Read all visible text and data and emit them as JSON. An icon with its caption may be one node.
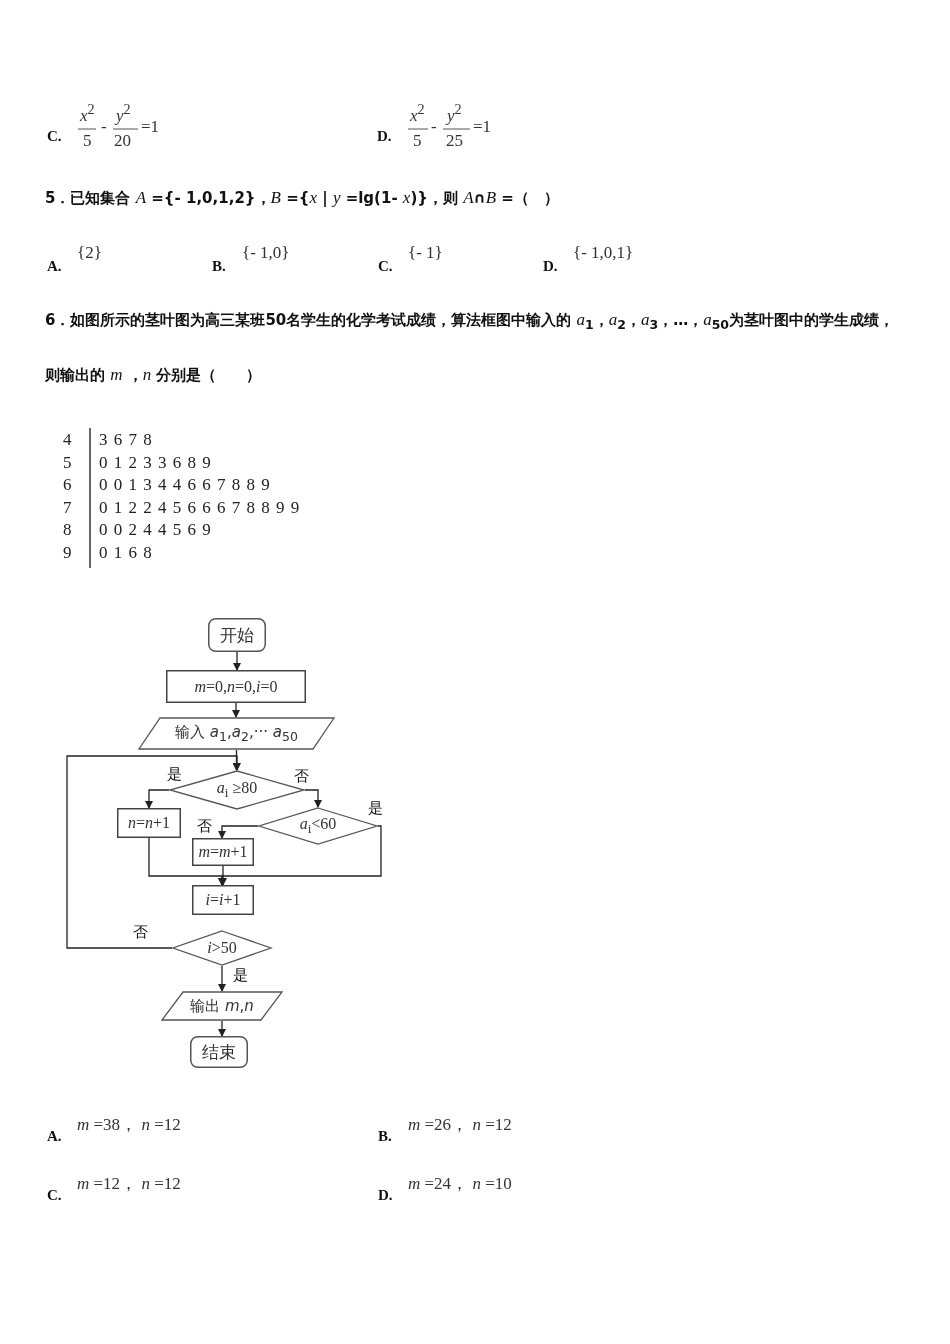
{
  "diagram": {
    "nodes": [
      {
        "text": [
          "开始"
        ]
      },
      {
        "text": [
          "*m*=0,*n*=0,*i*=0"
        ]
      },
      {
        "text": [
          "输入 *a*$_{1}$,*a*$_{2}$,··· *a*$_{50}$"
        ]
      },
      {
        "text": [
          "*a*$_{i}$ ≥80"
        ]
      },
      {
        "text": [
          "*n*=*n*+1"
        ]
      },
      {
        "text": [
          "*a*$_{i}$<60"
        ]
      },
      {
        "text": [
          "*m*=*m*+1"
        ]
      },
      {
        "text": [
          "*i*=*i*+1"
        ]
      },
      {
        "text": [
          "*i*>50"
        ]
      },
      {
        "text": [
          "输出 *m*,*n*"
        ]
      },
      {
        "text": [
          "结束"
        ]
      }
    ],
    "edges": [
      {
        "from": 0,
        "to": 1,
        "arrow": "to"
      },
      {
        "from": 1,
        "to": 2,
        "arrow": "to"
      },
      {
        "from": 2,
        "to": 3,
        "arrow": "to"
      },
      {
        "from": 3,
        "to": 4,
        "arrow": "to",
        "label": "是"
      },
      {
        "from": 3,
        "to": 5,
        "arrow": "to",
        "label": "否"
      },
      {
        "from": 5,
        "to": 6,
        "arrow": "to",
        "label": "否"
      },
      {
        "from": 5,
        "to": 7,
        "arrow": "to",
        "label": "是"
      },
      {
        "from": 4,
        "to": 7,
        "arrow": "to"
      },
      {
        "from": 6,
        "to": 7,
        "arrow": "to"
      },
      {
        "from": 8,
        "to": 3,
        "arrow": "to",
        "label": "否"
      },
      {
        "from": 8,
        "to": 9,
        "arrow": "to",
        "label": "是"
      },
      {
        "from": 9,
        "to": 10,
        "arrow": "to"
      }
    ],
    "labels": [
      "C.",
      "*x*$^{2}$",
      "5",
      "-",
      "*y*$^{2}$",
      "20",
      "=1",
      "D.",
      "*x*$^{2}$",
      "5",
      "-",
      "*y*$^{2}$",
      "25",
      "=1",
      "5．已知集合 *A* ={- 1,0,1,2}，*B* ={*x* | *y* =lg(1- *x*)}，则 *A*∩*B* =（　）",
      "A.",
      "{2}",
      "B.",
      "{- 1,0}",
      "C.",
      "{- 1}",
      "D.",
      "{- 1,0,1}",
      "6．如图所示的茎叶图为高三某班50名学生的化学考试成绩，算法框图中输入的 *a*$_{1}$，*a*$_{2}$，*a*$_{3}$，…，*a*$_{50}$为茎叶图中的学生成绩，则输出的 *m* ，*n* 分别是（　　）",
      "4",
      "3 6 7 8",
      "5",
      "0 1 2 3 3 6 8 9",
      "6",
      "0 0 1 3 4 4 6 6 7 8 8 9",
      "7",
      "0 1 2 2 4 5 6 6 6 7 8 8 9 9",
      "8",
      "0 0 2 4 4 5 6 9",
      "9",
      "0 1 6 8",
      "A.",
      "*m* =38， *n* =12",
      "B.",
      "*m* =26， *n* =12",
      "C.",
      "*m* =12， *n* =12",
      "D.",
      "*m* =24， *n* =10"
    ]
  }
}
